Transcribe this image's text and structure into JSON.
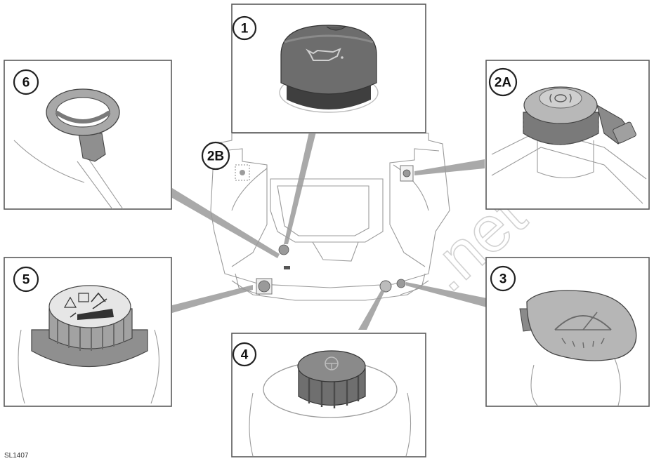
{
  "diagram": {
    "callouts": [
      {
        "id": "1",
        "label": "1",
        "part": "engine-oil-filler-cap"
      },
      {
        "id": "2A",
        "label": "2A",
        "part": "brake-fluid-reservoir-cap"
      },
      {
        "id": "2B",
        "label": "2B",
        "part": "brake-fluid-reservoir-location"
      },
      {
        "id": "3",
        "label": "3",
        "part": "washer-fluid-reservoir-cap"
      },
      {
        "id": "4",
        "label": "4",
        "part": "power-steering-reservoir-cap"
      },
      {
        "id": "5",
        "label": "5",
        "part": "coolant-expansion-tank-cap"
      },
      {
        "id": "6",
        "label": "6",
        "part": "engine-oil-dipstick"
      }
    ],
    "reference_code": "SL1407",
    "watermark": ".net"
  },
  "colors": {
    "frame": "#5a5a5a",
    "cap_dark": "#5e5e5e",
    "cap_mid": "#8f8f8f",
    "cap_light": "#d4d4d4",
    "leader": "#9a9a9a"
  }
}
